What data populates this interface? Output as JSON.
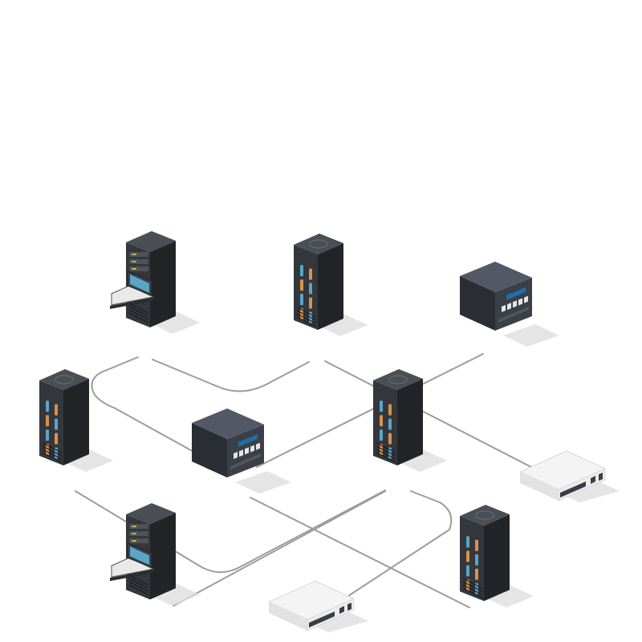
{
  "colors": {
    "background": "#ffffff",
    "cable": "#9c9c9c",
    "cable_shadow": "#d6d6d6",
    "rack_front": "#34373c",
    "rack_side": "#222428",
    "rack_top": "#4a4e55",
    "drive_blue": "#5aa5c8",
    "drive_orange": "#d8924c",
    "nas_front": "#3b3f47",
    "nas_side": "#2a2d33",
    "nas_top": "#535866",
    "lcd": "#1d6fa8",
    "switch_body": "#f4f4f4",
    "switch_side": "#e2e2e2",
    "floor_shadow": "#dedede"
  },
  "nodes": [
    {
      "id": "rack-laptop-top",
      "kind": "server-rack-with-laptop-icon"
    },
    {
      "id": "rack-center-top",
      "kind": "server-rack-icon"
    },
    {
      "id": "nas-top-right",
      "kind": "nas-storage-icon"
    },
    {
      "id": "rack-left-middle",
      "kind": "server-rack-icon"
    },
    {
      "id": "nas-center",
      "kind": "nas-storage-icon"
    },
    {
      "id": "rack-center-middle",
      "kind": "server-rack-icon"
    },
    {
      "id": "switch-right",
      "kind": "network-switch-icon"
    },
    {
      "id": "rack-laptop-bottom",
      "kind": "server-rack-with-laptop-icon"
    },
    {
      "id": "switch-bottom",
      "kind": "network-switch-icon"
    },
    {
      "id": "rack-right-bottom",
      "kind": "server-rack-icon"
    }
  ],
  "links": [
    {
      "from": "rack-laptop-top",
      "to": "rack-center-top"
    },
    {
      "from": "rack-laptop-top",
      "to": "nas-center"
    },
    {
      "from": "nas-center",
      "to": "nas-top-right"
    },
    {
      "from": "rack-center-top",
      "to": "switch-right"
    },
    {
      "from": "rack-left-middle",
      "to": "rack-center-middle"
    },
    {
      "from": "nas-center",
      "to": "rack-right-bottom"
    },
    {
      "from": "rack-center-middle",
      "to": "rack-laptop-bottom"
    },
    {
      "from": "rack-center-middle",
      "to": "switch-bottom"
    }
  ]
}
